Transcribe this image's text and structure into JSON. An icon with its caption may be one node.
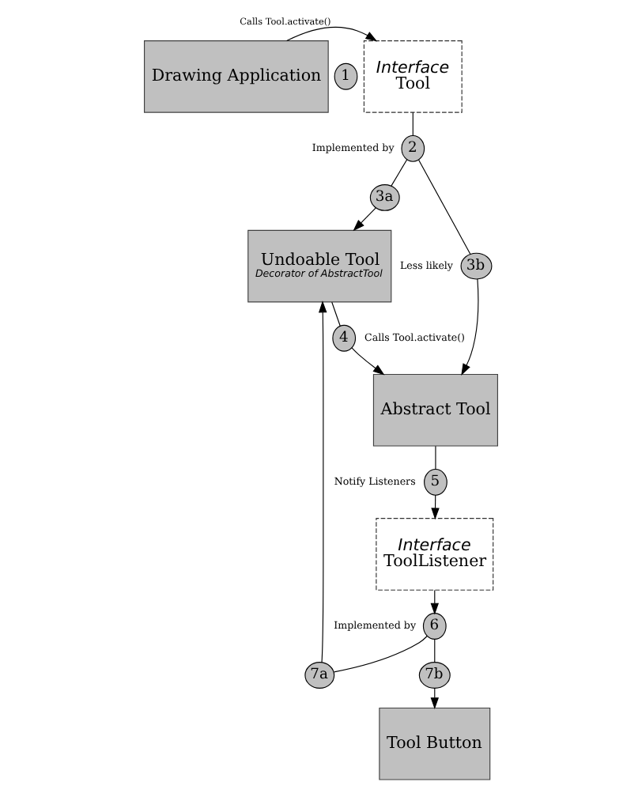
{
  "diagram": {
    "nodes": [
      {
        "text": [
          "Drawing Application"
        ]
      },
      {
        "text": [
          "Interface",
          "Tool"
        ]
      },
      {
        "text": [
          "1"
        ]
      },
      {
        "text": [
          "2"
        ],
        "beside": [
          "Implemented by"
        ]
      },
      {
        "text": [
          "3a"
        ]
      },
      {
        "text": [
          "3b"
        ],
        "beside": [
          "Less likely"
        ]
      },
      {
        "text": [
          "Undoable Tool",
          "Decorator of AbstractTool"
        ]
      },
      {
        "text": [
          "4"
        ],
        "beside": [
          "Calls Tool.activate()"
        ]
      },
      {
        "text": [
          "Abstract Tool"
        ]
      },
      {
        "text": [
          "7a"
        ]
      },
      {
        "text": [
          "5"
        ],
        "beside": [
          "Notify Listeners"
        ]
      },
      {
        "text": [
          "6"
        ],
        "beside": [
          "Implemented by"
        ]
      },
      {
        "text": [
          "Interface",
          "ToolListener"
        ]
      },
      {
        "text": [
          "7b"
        ]
      },
      {
        "text": [
          "Tool Button"
        ]
      }
    ],
    "edges": [
      {
        "from": 0,
        "to": 1,
        "arrow": "to",
        "label": "Calls Tool.activate()"
      },
      {
        "from": 1,
        "to": 3,
        "arrow": "none"
      },
      {
        "from": 3,
        "to": 4,
        "arrow": "none"
      },
      {
        "from": 4,
        "to": 6,
        "arrow": "to"
      },
      {
        "from": 3,
        "to": 5,
        "arrow": "none"
      },
      {
        "from": 5,
        "to": 8,
        "arrow": "to"
      },
      {
        "from": 6,
        "to": 7,
        "arrow": "none"
      },
      {
        "from": 7,
        "to": 8,
        "arrow": "to"
      },
      {
        "from": 8,
        "to": 10,
        "arrow": "none"
      },
      {
        "from": 10,
        "to": 12,
        "arrow": "to"
      },
      {
        "from": 12,
        "to": 11,
        "arrow": "to"
      },
      {
        "from": 11,
        "to": 9,
        "arrow": "none"
      },
      {
        "from": 9,
        "to": 6,
        "arrow": "to"
      },
      {
        "from": 11,
        "to": 13,
        "arrow": "none"
      },
      {
        "from": 13,
        "to": 14,
        "arrow": "to"
      }
    ]
  }
}
